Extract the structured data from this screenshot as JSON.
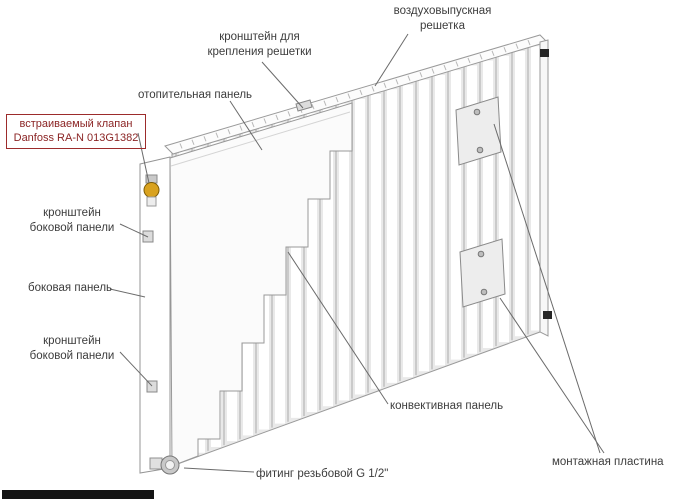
{
  "figure": {
    "title": "panel radiator construction diagram",
    "background": "#ffffff"
  },
  "colors": {
    "label_text": "#3c3c3c",
    "valve_label": "#8b2424",
    "valve_box_border": "#9c2b2b",
    "valve_brass": "#d9a21f",
    "leader_line": "#6b6b6b"
  },
  "labels": {
    "air_grille": "воздуховыпускная\nрешетка",
    "grille_bracket": "кронштейн для\nкрепления решетки",
    "heating_panel": "отопительная панель",
    "valve_line1": "встраиваемый клапан",
    "valve_line2": "Danfoss RA-N 013G1382",
    "side_bracket_top": "кронштейн\nбоковой панели",
    "side_panel": "боковая панель",
    "side_bracket_bottom": "кронштейн\nбоковой панели",
    "convector_panel": "конвективная панель",
    "fitting": "фитинг резьбовой G 1/2\"",
    "mounting_plate": "монтажная пластина"
  }
}
